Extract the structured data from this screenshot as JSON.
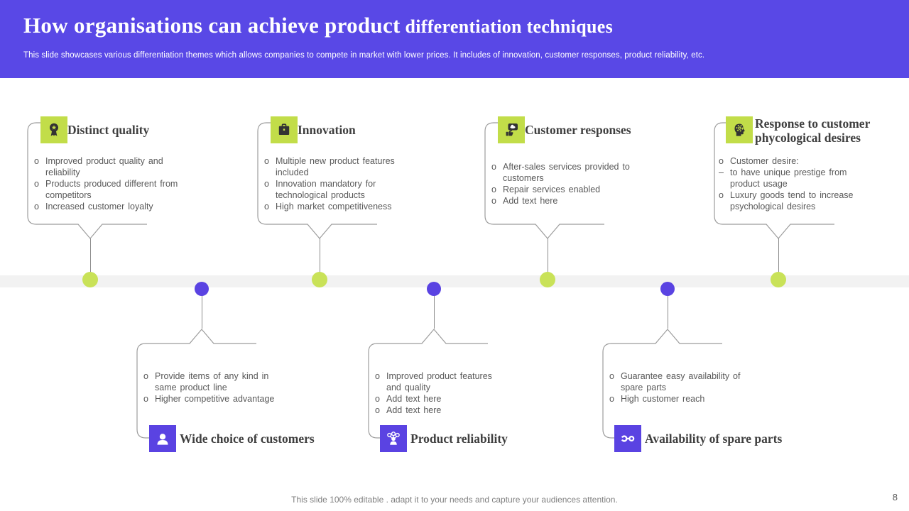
{
  "header": {
    "title_main": "How organisations can achieve product",
    "title_secondary": " differentiation techniques",
    "subtitle": "This slide showcases various differentiation themes which allows companies to compete in market with lower prices. It includes of innovation, customer responses, product reliability, etc."
  },
  "colors": {
    "header_purple": "#5948e6",
    "accent_purple": "#5a43e2",
    "accent_green": "#c2dd49",
    "green_dot": "#c9e258",
    "band_gray": "#f2f2f2",
    "border_gray": "#9c9c9c"
  },
  "callouts": [
    {
      "id": "distinct-quality",
      "row": "top",
      "icon": "award-icon",
      "title": "Distinct quality",
      "bullets": [
        {
          "marker": "o",
          "text": "Improved product quality and reliability"
        },
        {
          "marker": "o",
          "text": "Products produced different from competitors"
        },
        {
          "marker": "o",
          "text": "Increased customer loyalty"
        }
      ]
    },
    {
      "id": "innovation",
      "row": "top",
      "icon": "briefcase-icon",
      "title": "Innovation",
      "bullets": [
        {
          "marker": "o",
          "text": "Multiple new product features included"
        },
        {
          "marker": "o",
          "text": "Innovation mandatory for technological products"
        },
        {
          "marker": "o",
          "text": "High market competitiveness"
        }
      ]
    },
    {
      "id": "customer-responses",
      "row": "top",
      "icon": "feedback-icon",
      "title": "Customer responses",
      "bullets": [
        {
          "marker": "o",
          "text": "After-sales services provided to customers"
        },
        {
          "marker": "o",
          "text": "Repair services enabled"
        },
        {
          "marker": "o",
          "text": "Add text here"
        }
      ]
    },
    {
      "id": "customer-psychological-desires",
      "row": "top",
      "icon": "head-gear-icon",
      "title": "Response to customer phycological desires",
      "bullets": [
        {
          "marker": "o",
          "text": "Customer desire:"
        },
        {
          "marker": "–",
          "text": "to have unique prestige from product usage"
        },
        {
          "marker": "o",
          "text": "Luxury goods tend to increase psychological desires"
        }
      ]
    },
    {
      "id": "wide-choice-of-customers",
      "row": "bottom",
      "icon": "user-icon",
      "title": "Wide choice of customers",
      "bullets": [
        {
          "marker": "o",
          "text": "Provide items of any kind in same product line"
        },
        {
          "marker": "o",
          "text": "Higher competitive advantage"
        }
      ]
    },
    {
      "id": "product-reliability",
      "row": "bottom",
      "icon": "network-icon",
      "title": "Product reliability",
      "bullets": [
        {
          "marker": "o",
          "text": "Improved product features and quality"
        },
        {
          "marker": "o",
          "text": "Add text here"
        },
        {
          "marker": "o",
          "text": "Add text here"
        }
      ]
    },
    {
      "id": "availability-of-spare-parts",
      "row": "bottom",
      "icon": "wrench-icon",
      "title": "Availability of spare parts",
      "bullets": [
        {
          "marker": "o",
          "text": "Guarantee easy availability of spare parts"
        },
        {
          "marker": "o",
          "text": "High customer reach"
        }
      ]
    }
  ],
  "footer": {
    "note": "This slide 100% editable . adapt it to your needs and capture your audiences attention.",
    "page_number": "8"
  }
}
